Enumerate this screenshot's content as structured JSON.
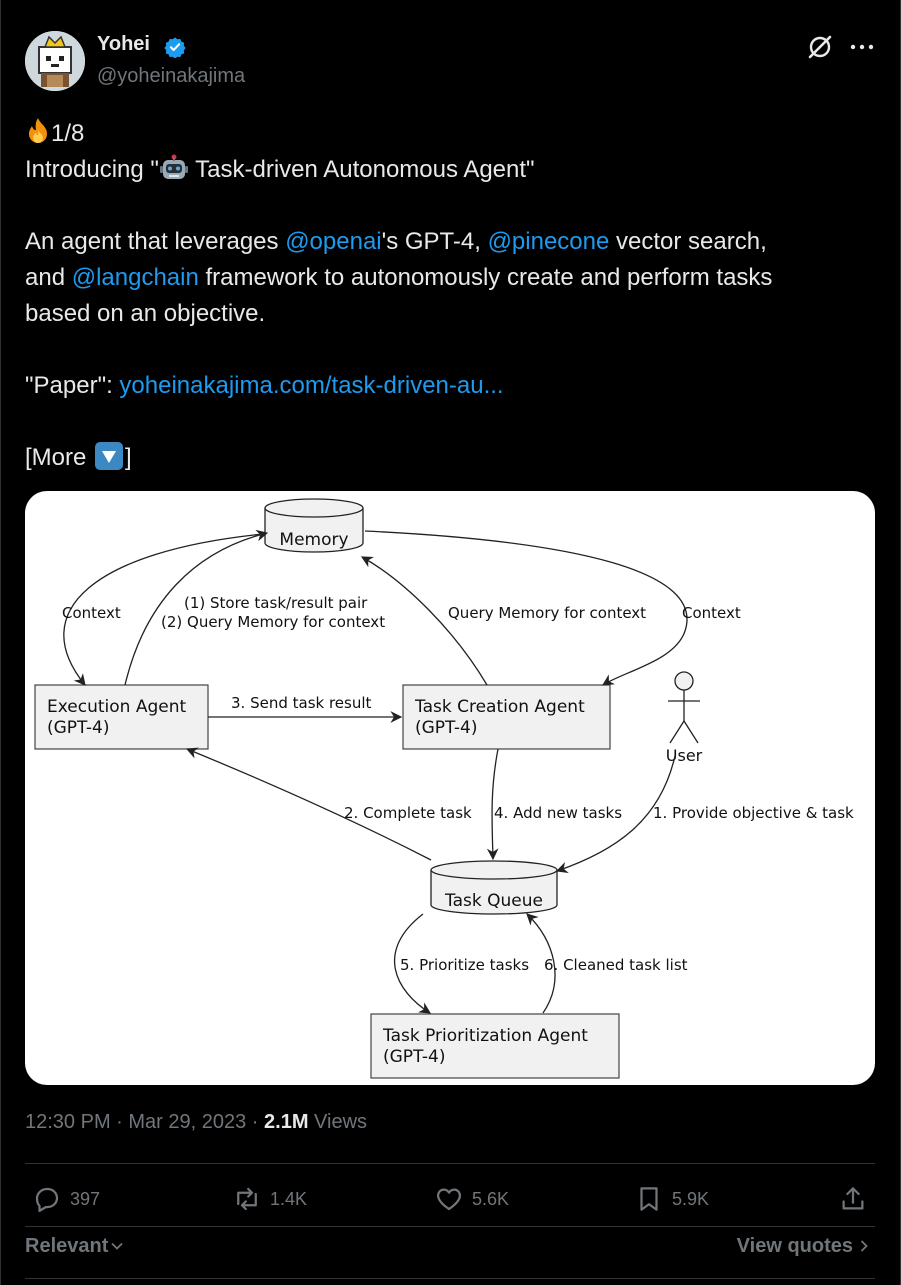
{
  "author": {
    "name": "Yohei",
    "handle": "@yoheinakajima"
  },
  "tweet": {
    "line1": "1/8",
    "line2_prefix": "Introducing \"",
    "line2_title": " Task-driven Autonomous Agent\"",
    "para_a1": "An agent that leverages ",
    "mention1": "@openai",
    "para_a2": "'s GPT-4, ",
    "mention2": "@pinecone",
    "para_a3": "  vector search,",
    "para_b1": "and ",
    "mention3": "@langchain",
    "para_b2": " framework to autonomously create and perform tasks",
    "para_c": "based on an objective.",
    "paper_label": "\"Paper\": ",
    "paper_link": "yoheinakajima.com/task-driven-au...",
    "more_prefix": "[More ",
    "more_suffix": "]"
  },
  "diagram": {
    "memory": "Memory",
    "execution_agent_1": "Execution Agent",
    "execution_agent_2": "(GPT-4)",
    "task_creation_agent_1": "Task Creation Agent",
    "task_creation_agent_2": "(GPT-4)",
    "user": "User",
    "task_queue": "Task Queue",
    "prioritization_agent_1": "Task Prioritization Agent",
    "prioritization_agent_2": "(GPT-4)",
    "context_left": "Context",
    "context_right": "Context",
    "store_pair_1": "(1) Store task/result pair",
    "store_pair_2": "(2) Query Memory for context",
    "query_memory": "Query Memory for context",
    "send_result": "3. Send task result",
    "complete_task": "2. Complete task",
    "add_tasks": "4. Add new tasks",
    "provide_objective": "1. Provide objective & task",
    "prioritize_tasks": "5. Prioritize tasks",
    "cleaned_list": "6. Cleaned task list"
  },
  "meta": {
    "time": "12:30 PM",
    "sep1": " · ",
    "date": "Mar 29, 2023",
    "sep2": " · ",
    "views_count": "2.1M",
    "views_label": " Views"
  },
  "actions": {
    "replies": "397",
    "reposts": "1.4K",
    "likes": "5.6K",
    "bookmarks": "5.9K"
  },
  "footer": {
    "sort": "Relevant",
    "view_quotes": "View quotes"
  },
  "colors": {
    "background": "#000000",
    "text": "#e7e9ea",
    "muted": "#71767b",
    "accent": "#1d9bf0"
  }
}
